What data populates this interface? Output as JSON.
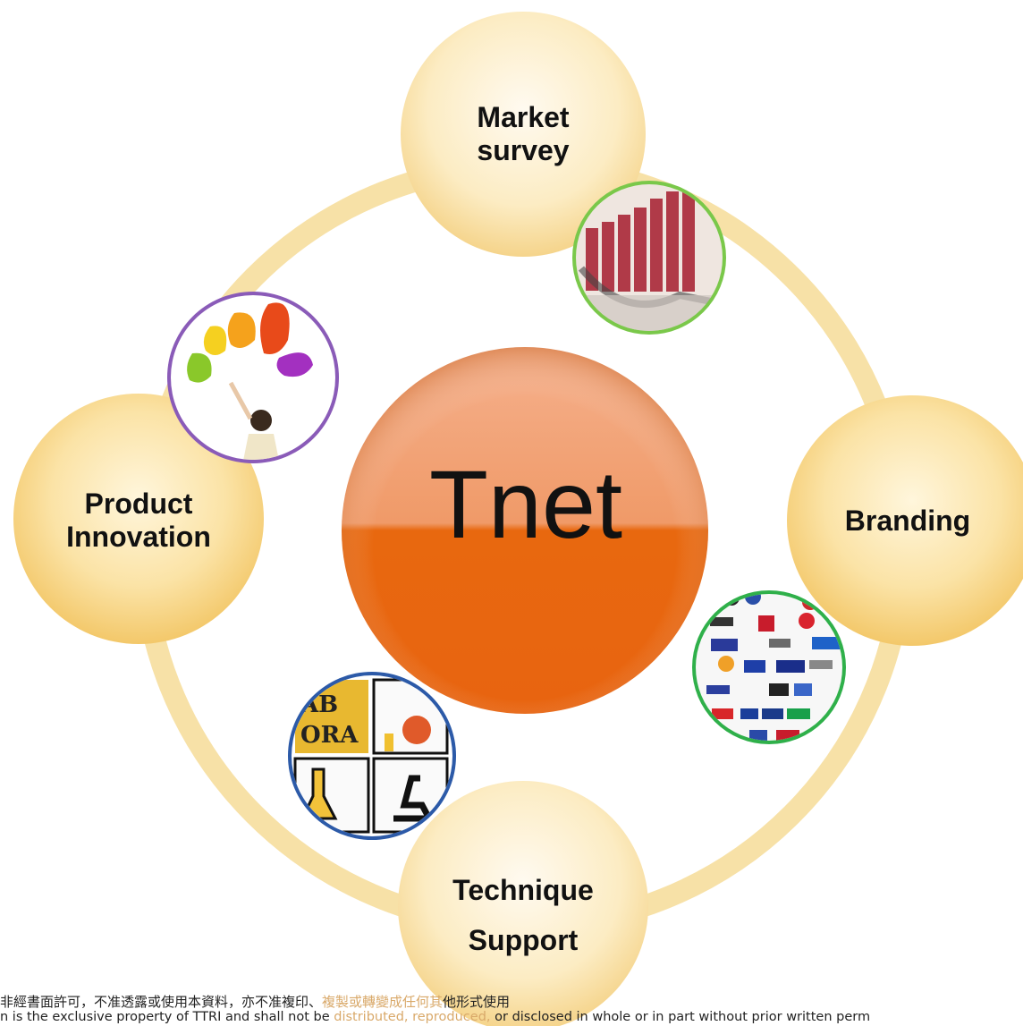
{
  "center": {
    "label": "Tnet"
  },
  "nodes": {
    "market": {
      "line1": "Market",
      "line2": "survey"
    },
    "branding": {
      "line1": "Branding"
    },
    "technique": {
      "line1": "Technique",
      "line2": "Support"
    },
    "product": {
      "line1": "Product",
      "line2": "Innovation"
    }
  },
  "images": {
    "market": "bar-chart-with-magnifier-photo",
    "branding": "brand-logos-collage-photo",
    "technique": "laboratory-icons-photo",
    "product": "paint-splash-woman-photo"
  },
  "footer": {
    "zh_a": "非經書面許可，不准透露或使用本資料，亦不准複印、",
    "zh_b": "複製或轉變成任何其",
    "zh_c": "他形式使用",
    "en_a": "n is the exclusive property of TTRI and shall not be ",
    "en_b": "distributed, reproduced,",
    "en_c": " or disclosed in whole or in part without prior written perm"
  },
  "colors": {
    "ring": "#f6dc98",
    "node": "#f8d27a",
    "center_top": "#f39a6e",
    "center_bottom": "#e8610e",
    "market_border": "#7ac84a",
    "branding_border": "#2fb04a",
    "technique_border": "#2c5aa8",
    "product_border": "#8a5bb8"
  }
}
